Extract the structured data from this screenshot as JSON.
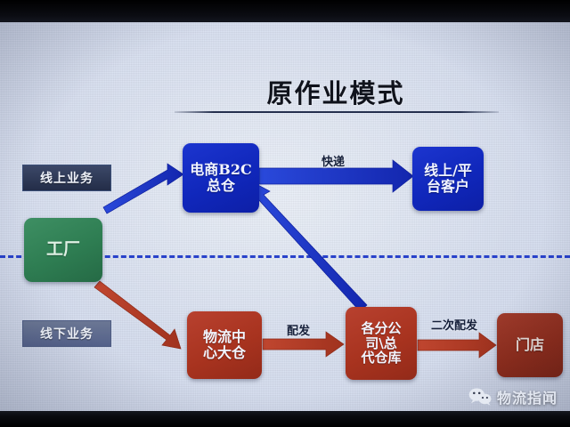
{
  "slide": {
    "title": "原作业模式",
    "divider_note": "dashed-blue-separator"
  },
  "nodes": [
    {
      "id": "b2c",
      "label_lines": [
        "电商B2C",
        "总仓"
      ],
      "color": "#1027bb"
    },
    {
      "id": "customer",
      "label_lines": [
        "线上/平",
        "台客户"
      ],
      "color": "#1027bb"
    },
    {
      "id": "factory",
      "label_lines": [
        "工厂"
      ],
      "color": "#2e7d52"
    },
    {
      "id": "dc",
      "label_lines": [
        "物流中",
        "心大仓"
      ],
      "color": "#a8331f"
    },
    {
      "id": "branch",
      "label_lines": [
        "各分公",
        "司\\总",
        "代仓库"
      ],
      "color": "#a8331f"
    },
    {
      "id": "store",
      "label_lines": [
        "门店"
      ],
      "color": "#8e2d1d"
    }
  ],
  "node_text": {
    "b2c_line1": "电商B2C",
    "b2c_line2": "总仓",
    "customer_line1": "线上/平",
    "customer_line2": "台客户",
    "factory": "工厂",
    "dc_line1": "物流中",
    "dc_line2": "心大仓",
    "branch_line1": "各分公",
    "branch_line2": "司\\总",
    "branch_line3": "代仓库",
    "store": "门店"
  },
  "tags": {
    "online": "线上业务",
    "offline": "线下业务"
  },
  "edges": {
    "factory_to_b2c": "",
    "b2c_to_customer": "快递",
    "branch_to_b2c": "",
    "factory_to_dc": "",
    "dc_to_branch": "配发",
    "branch_to_store": "二次配发"
  },
  "edge_labels": {
    "express": "快递",
    "dispatch": "配发",
    "redispatch": "二次配发"
  },
  "watermark": {
    "icon": "wechat-icon",
    "text": "物流指闻"
  },
  "colors": {
    "blue_node": "#1027bb",
    "green_node": "#2e7d52",
    "red_node": "#a8331f",
    "blue_arrow": "#1f3dd0",
    "red_arrow": "#b03a25",
    "divider": "#1a35c8",
    "tag_online_bg": "#2b3category",
    "slide_bg": "#d4dcee"
  }
}
